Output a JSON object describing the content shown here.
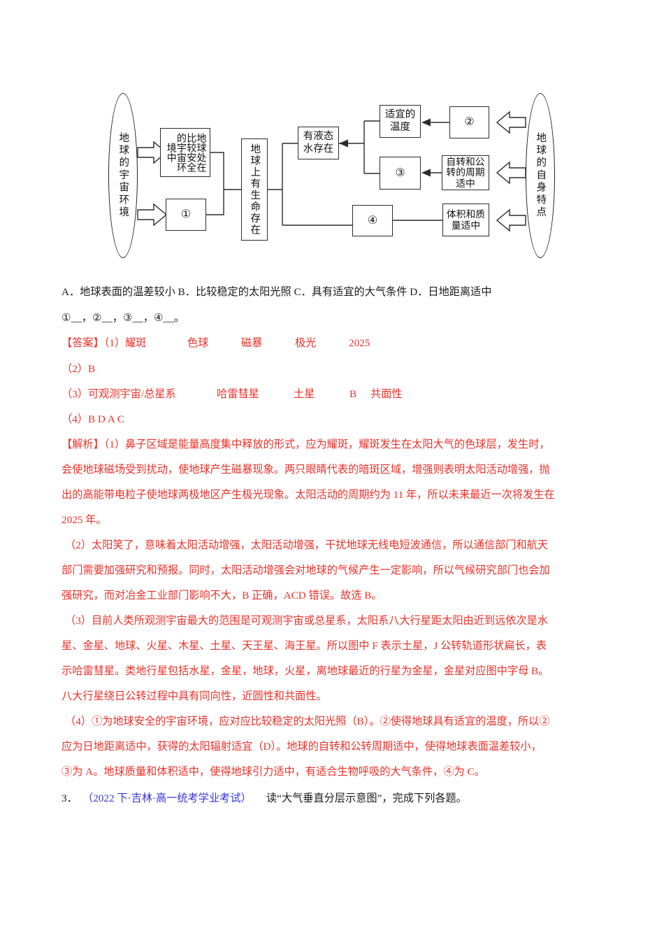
{
  "diagram": {
    "left_ellipse": "地球的宇宙环境",
    "right_ellipse": "地球的自身特点",
    "node_safe_env": "地球处在比较安全的宇宙环境中",
    "node_1": "①",
    "node_center": "地球上有生命存在",
    "node_liquid_water": "有液态水存在",
    "node_suitable_temp": "适宜的温度",
    "node_2": "②",
    "node_3": "③",
    "node_rotation_period": "自转和公转的周期适中",
    "node_4": "④",
    "node_volume_mass": "体积和质量适中"
  },
  "options": {
    "line_a_d": "A．地球表面的温差较小 B．比较稳定的太阳光照 C．具有适宜的大气条件 D．日地距离适中",
    "blanks_line": "①__，②__，③__，④__。"
  },
  "answer": {
    "label": "【答案】（1）耀斑",
    "a1_2": "色球",
    "a1_3": "磁暴",
    "a1_4": "极光",
    "a1_5": "2025",
    "line2": "（2）B",
    "line3_label": "（3）可观测宇宙/总星系",
    "line3_2": "哈雷彗星",
    "line3_3": "土星",
    "line3_4": "B",
    "line3_5": "共面性",
    "line4": "（4）B  D  A  C"
  },
  "analysis": {
    "p1_l1": "【解析】（1）鼻子区域是能量高度集中释放的形式，应为耀斑，耀斑发生在太阳大气的色球层，发生时，",
    "p1_l2": "会使地球磁场受到扰动，使地球产生磁暴现象。两只眼睛代表的暗斑区域，增强则表明太阳活动增强，抛",
    "p1_l3": "出的高能带电粒子使地球两极地区产生极光现象。太阳活动的周期约为 11 年，所以未来最近一次将发生在",
    "p1_l4": "2025 年。",
    "p2_l1": "（2）太阳笑了，意味着太阳活动增强，太阳活动增强，干扰地球无线电短波通信，所以通信部门和航天",
    "p2_l2": "部门需要加强研究和预报。同时，太阳活动增强会对地球的气候产生一定影响，所以气候研究部门也会加",
    "p2_l3": "强研究，而对冶金工业部门影响不大，B 正确，ACD 错误。故选 B。",
    "p3_l1": "（3）目前人类所观测宇宙最大的范围是可观测宇宙或总星系，太阳系八大行星距太阳由近到远依次是水",
    "p3_l2": "星、金星、地球、火星、木星、土星、天王星、海王星。所以图中 F 表示土星，J 公转轨道形状扁长，表",
    "p3_l3": "示哈雷彗星。类地行星包括水星，金星，地球，火星，离地球最近的行星为金星，金星对应图中字母 B。",
    "p3_l4": "八大行星绕日公转过程中具有同向性，近圆性和共面性。",
    "p4_l1": "（4）①为地球安全的宇宙环境，应对应比较稳定的太阳光照（B）。②使得地球具有适宜的温度，所以②",
    "p4_l2": "应为日地距离适中，获得的太阳辐射适宜（D）。地球的自转和公转周期适中，使得地球表面温差较小，",
    "p4_l3": "③为 A。地球质量和体积适中，使得地球引力适中，有适合生物呼吸的大气条件，④为 C。"
  },
  "question3": {
    "number": "3．",
    "source": "（2022 下·吉林·高一统考学业考试）",
    "text": "读“大气垂直分层示意图”，完成下列各题。"
  },
  "colors": {
    "answer_red": "#e8322a",
    "source_blue": "#3535d8",
    "text_black": "#1b1b1b",
    "diagram_stroke": "#2b2b2b"
  }
}
